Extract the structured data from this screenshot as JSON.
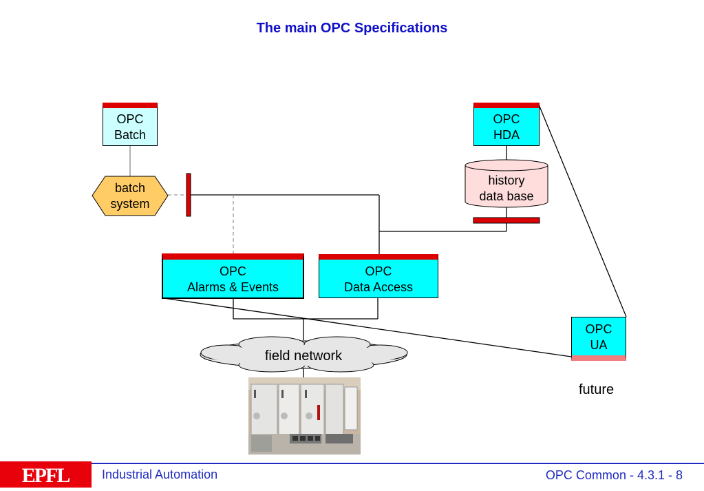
{
  "title": "The main OPC Specifications",
  "boxes": {
    "opc_batch": [
      "OPC",
      "Batch"
    ],
    "opc_hda": [
      "OPC",
      "HDA"
    ],
    "history_db": [
      "history",
      "data base"
    ],
    "batch_system": [
      "batch",
      "system"
    ],
    "opc_ae": [
      "OPC",
      "Alarms & Events"
    ],
    "opc_da": [
      "OPC",
      "Data Access"
    ],
    "opc_ua": [
      "OPC",
      "UA"
    ]
  },
  "field_network": "field network",
  "future": "future",
  "footer": {
    "left": "Industrial Automation",
    "right": "OPC Common - 4.3.1 - 8",
    "logo_text": "EPFL"
  },
  "colors": {
    "box_fill": "#00ffff",
    "box_fill_light": "#ccffff",
    "red_bar": "#dd0000",
    "batch_fill": "#ffcc66",
    "db_fill": "#ffdddd",
    "footer_blue": "#1f2bc0",
    "title_blue": "#1010c8"
  }
}
